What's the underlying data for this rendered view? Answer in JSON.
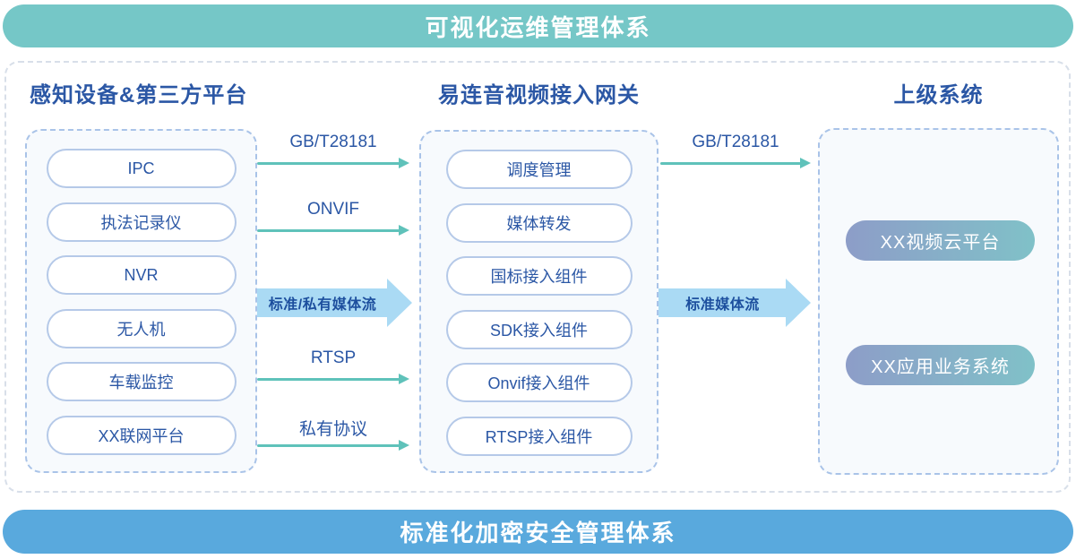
{
  "banners": {
    "top": "可视化运维管理体系",
    "bottom": "标准化加密安全管理体系"
  },
  "columns": [
    {
      "title": "感知设备&第三方平台",
      "items": [
        "IPC",
        "执法记录仪",
        "NVR",
        "无人机",
        "车载监控",
        "XX联网平台"
      ]
    },
    {
      "title": "易连音视频接入网关",
      "items": [
        "调度管理",
        "媒体转发",
        "国标接入组件",
        "SDK接入组件",
        "Onvif接入组件",
        "RTSP接入组件"
      ]
    },
    {
      "title": "上级系统",
      "items": [
        "XX视频云平台",
        "XX应用业务系统"
      ]
    }
  ],
  "arrows": {
    "left_to_middle": [
      {
        "label": "GB/T28181",
        "type": "thin"
      },
      {
        "label": "ONVIF",
        "type": "thin"
      },
      {
        "label": "标准/私有媒体流",
        "type": "thick"
      },
      {
        "label": "RTSP",
        "type": "thin"
      },
      {
        "label": "私有协议",
        "type": "thin"
      }
    ],
    "middle_to_right": [
      {
        "label": "GB/T28181",
        "type": "thin"
      },
      {
        "label": "标准媒体流",
        "type": "thick"
      }
    ]
  },
  "colors": {
    "top_banner": "#75C7C7",
    "bottom_banner": "#59A9DD",
    "heading_text": "#2B57A5",
    "thin_arrow": "#5FC2BA",
    "thick_arrow_fill": "#AADAF4",
    "thick_arrow_text": "#1D4F9E",
    "pill_border": "#B5C9E8",
    "box_dashed_border": "#A9C3E8",
    "outer_dashed_border": "#D8DFE9",
    "gradient_pill_start": "#8D9DC8",
    "gradient_pill_end": "#80C1C8"
  }
}
